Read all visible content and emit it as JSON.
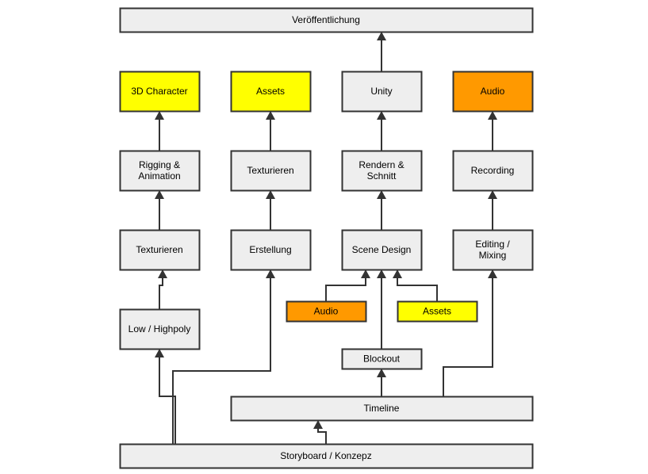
{
  "colors": {
    "default_fill": "#eeeeee",
    "yellow_fill": "#ffff00",
    "orange_fill": "#ff9900",
    "border": "#333333",
    "edge": "#333333"
  },
  "nodes": {
    "veroeffentlichung": {
      "lines": [
        "Veröffentlichung"
      ],
      "color": "default"
    },
    "char3d": {
      "lines": [
        "3D Character"
      ],
      "color": "yellow"
    },
    "assets_top": {
      "lines": [
        "Assets"
      ],
      "color": "yellow"
    },
    "unity": {
      "lines": [
        "Unity"
      ],
      "color": "default"
    },
    "audio_top": {
      "lines": [
        "Audio"
      ],
      "color": "orange"
    },
    "rigging": {
      "lines": [
        "Rigging &",
        "Animation"
      ],
      "color": "default"
    },
    "texturieren_2": {
      "lines": [
        "Texturieren"
      ],
      "color": "default"
    },
    "rendern": {
      "lines": [
        "Rendern &",
        "Schnitt"
      ],
      "color": "default"
    },
    "recording": {
      "lines": [
        "Recording"
      ],
      "color": "default"
    },
    "texturieren_1": {
      "lines": [
        "Texturieren"
      ],
      "color": "default"
    },
    "erstellung": {
      "lines": [
        "Erstellung"
      ],
      "color": "default"
    },
    "scene_design": {
      "lines": [
        "Scene Design"
      ],
      "color": "default"
    },
    "editing": {
      "lines": [
        "Editing /",
        "Mixing"
      ],
      "color": "default"
    },
    "audio_small": {
      "lines": [
        "Audio"
      ],
      "color": "orange"
    },
    "assets_small": {
      "lines": [
        "Assets"
      ],
      "color": "yellow"
    },
    "lowpoly": {
      "lines": [
        "Low / Highpoly"
      ],
      "color": "default"
    },
    "blockout": {
      "lines": [
        "Blockout"
      ],
      "color": "default"
    },
    "timeline": {
      "lines": [
        "Timeline"
      ],
      "color": "default"
    },
    "storyboard": {
      "lines": [
        "Storyboard / Konzepz"
      ],
      "color": "default"
    }
  },
  "edges": [
    {
      "from": "unity",
      "to": "veroeffentlichung"
    },
    {
      "from": "rigging",
      "to": "char3d"
    },
    {
      "from": "texturieren_2",
      "to": "assets_top"
    },
    {
      "from": "rendern",
      "to": "unity"
    },
    {
      "from": "recording",
      "to": "audio_top"
    },
    {
      "from": "texturieren_1",
      "to": "rigging"
    },
    {
      "from": "erstellung",
      "to": "texturieren_2"
    },
    {
      "from": "scene_design",
      "to": "rendern"
    },
    {
      "from": "editing",
      "to": "recording"
    },
    {
      "from": "lowpoly",
      "to": "texturieren_1"
    },
    {
      "from": "audio_small",
      "to": "scene_design"
    },
    {
      "from": "assets_small",
      "to": "scene_design"
    },
    {
      "from": "blockout",
      "to": "scene_design"
    },
    {
      "from": "timeline",
      "to": "blockout"
    },
    {
      "from": "timeline",
      "to": "editing"
    },
    {
      "from": "storyboard",
      "to": "lowpoly"
    },
    {
      "from": "storyboard",
      "to": "erstellung"
    },
    {
      "from": "storyboard",
      "to": "timeline"
    }
  ]
}
